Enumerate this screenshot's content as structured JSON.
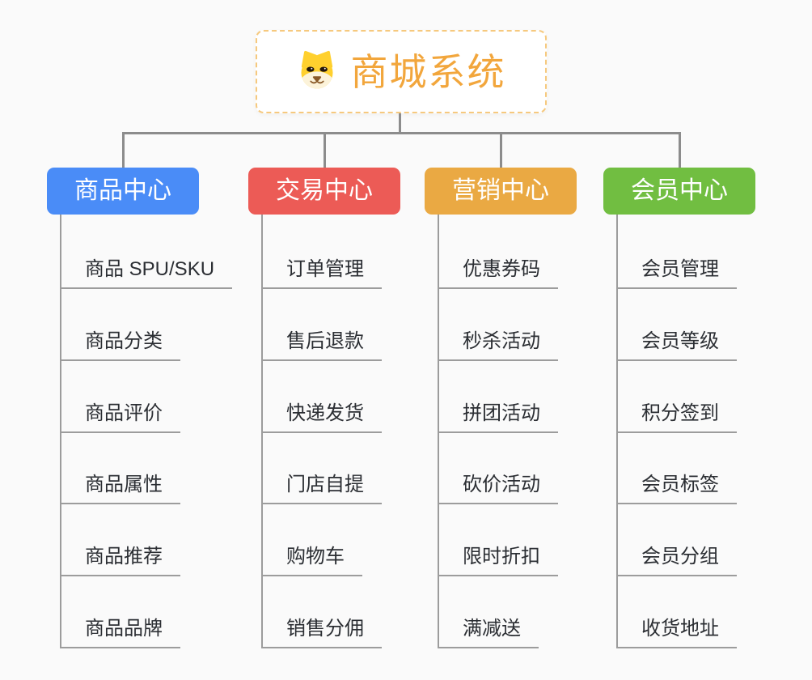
{
  "root": {
    "title": "商城系统",
    "icon": "dog-face-icon",
    "title_color": "#F2A63C",
    "border_color": "#F6C97E"
  },
  "colors": {
    "background": "#FAFAFA",
    "connector": "#8C8C8C",
    "child_line": "#9C9C9C",
    "child_text": "#2B2E33"
  },
  "branches": [
    {
      "label": "商品中心",
      "color": "#4A8CF7",
      "children": [
        "商品 SPU/SKU",
        "商品分类",
        "商品评价",
        "商品属性",
        "商品推荐",
        "商品品牌"
      ]
    },
    {
      "label": "交易中心",
      "color": "#EC5B56",
      "children": [
        "订单管理",
        "售后退款",
        "快递发货",
        "门店自提",
        "购物车",
        "销售分佣"
      ]
    },
    {
      "label": "营销中心",
      "color": "#EAA943",
      "children": [
        "优惠券码",
        "秒杀活动",
        "拼团活动",
        "砍价活动",
        "限时折扣",
        "满减送"
      ]
    },
    {
      "label": "会员中心",
      "color": "#71BE41",
      "children": [
        "会员管理",
        "会员等级",
        "积分签到",
        "会员标签",
        "会员分组",
        "收货地址"
      ]
    }
  ]
}
